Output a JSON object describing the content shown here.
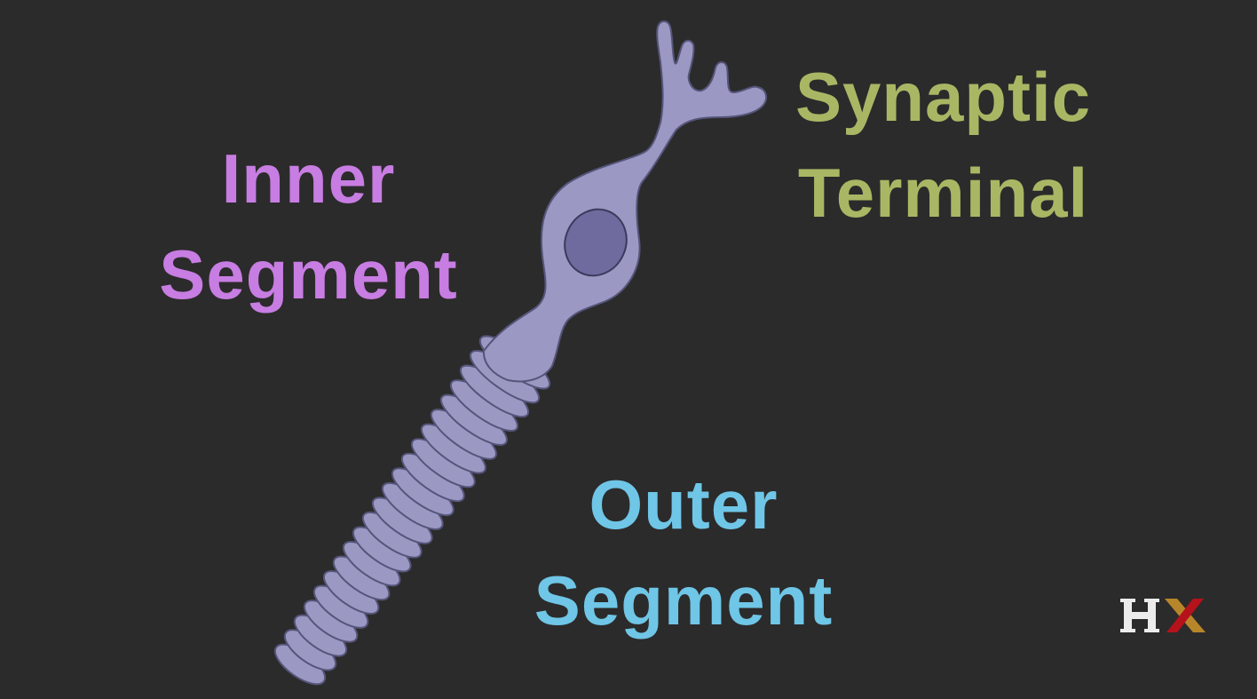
{
  "labels": {
    "inner_segment": {
      "line1": "Inner",
      "line2": "Segment",
      "color": "#c77de2"
    },
    "synaptic_terminal": {
      "line1": "Synaptic",
      "line2": "Terminal",
      "color": "#a9b764"
    },
    "outer_segment": {
      "line1": "Outer",
      "line2": "Segment",
      "color": "#6fc6e6"
    }
  },
  "colors": {
    "background": "#2b2b2b",
    "cell_fill": "#9b98c3",
    "cell_outline": "#55557a",
    "nucleus_fill": "#6f6b9e"
  },
  "logo": {
    "letters": "HX",
    "h_color": "#ececec",
    "x_color_left": "#b5121b",
    "x_color_right": "#b8862a"
  }
}
